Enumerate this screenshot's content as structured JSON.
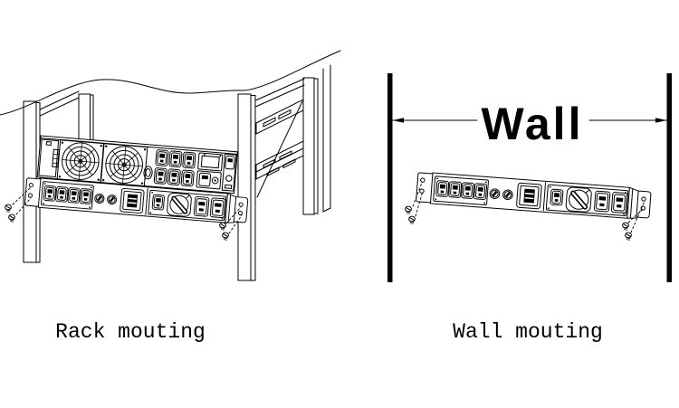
{
  "page": {
    "background": "#ffffff",
    "line_color": "#000000"
  },
  "rack_figure": {
    "caption": "Rack mouting"
  },
  "wall_figure": {
    "wall_label": "Wall",
    "caption": "Wall mouting"
  }
}
